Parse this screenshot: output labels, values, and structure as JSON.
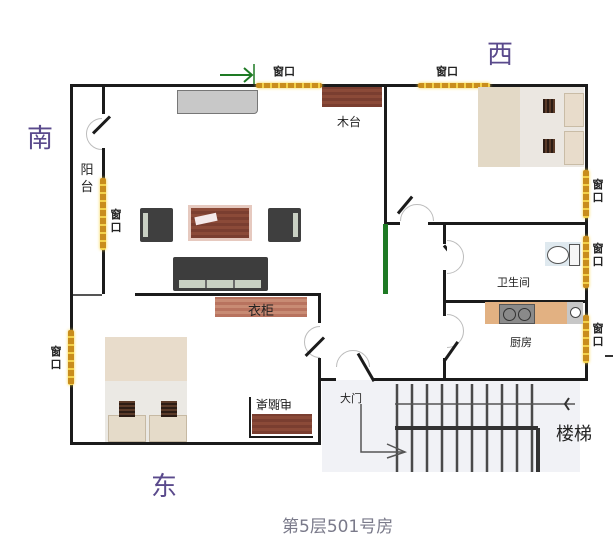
{
  "title": "第5层501号房",
  "compass": {
    "north_label": "",
    "south": "南",
    "west": "西",
    "east": "东"
  },
  "rooms": {
    "balcony": "阳台",
    "bathroom": "卫生间",
    "kitchen": "厨房",
    "stairs": "楼梯",
    "main_door": "大门"
  },
  "furniture": {
    "wooden_platform": "木台",
    "wardrobe": "衣柜",
    "computer_desk": "电脑桌"
  },
  "windows": {
    "label": "窗口",
    "list": [
      {
        "id": "top-living",
        "label": "窗口"
      },
      {
        "id": "top-bedroom",
        "label": "窗口"
      },
      {
        "id": "balcony",
        "label": "窗口"
      },
      {
        "id": "bedroom-west-right",
        "label": "窗口"
      },
      {
        "id": "bathroom",
        "label": "窗口"
      },
      {
        "id": "kitchen",
        "label": "窗口"
      },
      {
        "id": "east-bedroom",
        "label": "窗口"
      }
    ]
  },
  "colors": {
    "wall": "#1b1b1b",
    "window": "#e0a82a",
    "compass_text": "#5a4a8c",
    "accent_green": "#1e7a24",
    "wood": "#7a3e30",
    "title_text": "#7a7a8a"
  }
}
